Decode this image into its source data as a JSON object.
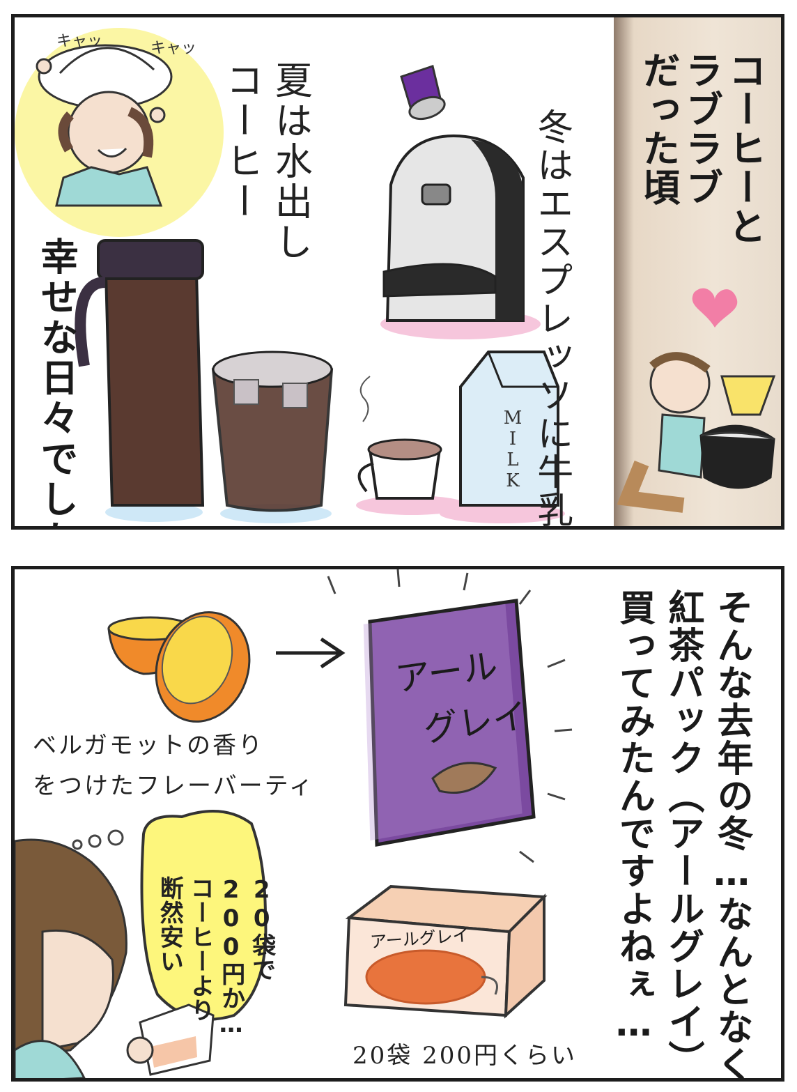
{
  "panel1": {
    "title": "コーヒーとラブラブだった頃",
    "title_lines": [
      "コーヒーと",
      "ラブラブ",
      "だった頃"
    ],
    "summer": [
      "夏は水出し",
      "コーヒー"
    ],
    "winter": "冬はエスプレッソに牛乳でラテ",
    "happy": "幸せな日々でした",
    "sfx_left": "キャッ",
    "sfx_right": "キャッ",
    "milk_label": "MILK",
    "colors": {
      "sun_glow": "#fbf59a",
      "band": "#e7d8c6",
      "capsule": "#6b2f9e",
      "heart": "#f27ea6",
      "pink_shadow": "#f6c6dc",
      "blue_shadow": "#cfe8f7",
      "coffee": "#5a3a30"
    }
  },
  "panel2": {
    "story_lines": [
      "そんな去年の冬…なんとなく",
      "紅茶パック（アールグレイ）を",
      "買ってみたんですよねぇ…"
    ],
    "bergamot_lines": [
      "ベルガモットの香り",
      "をつけたフレーバーティ"
    ],
    "package_lines": [
      "アール",
      "グレイ"
    ],
    "box_label": "アールグレイ",
    "thought_lines": [
      "20袋で",
      "200円か…",
      "コーヒーより",
      "断然安い"
    ],
    "price_note": "20袋 200円くらい",
    "colors": {
      "package": "#7b4aa0",
      "bubble": "#fdf67c",
      "orange": "#f08a2a",
      "lemon_inner": "#f9d84a",
      "box": "#f6d0b4",
      "tea": "#e8743d"
    }
  }
}
